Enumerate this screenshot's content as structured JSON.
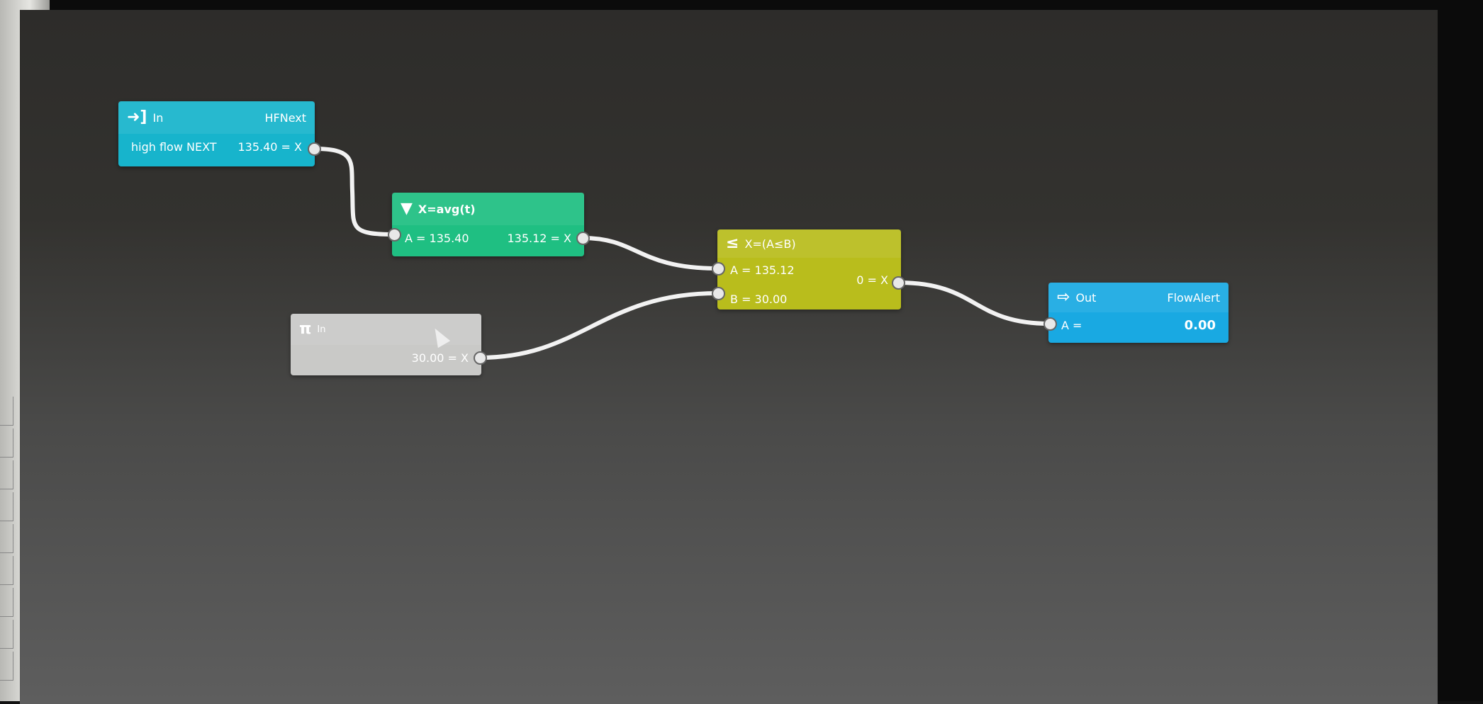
{
  "nodes": {
    "input_hfnext": {
      "type_label": "In",
      "name": "HFNext",
      "description": "high flow NEXT",
      "output": "135.40 = X",
      "icon": "sign-in-icon",
      "color": "#17b4cc"
    },
    "average": {
      "title": "X=avg(t)",
      "input_a": "A = 135.40",
      "output": "135.12 = X",
      "icon": "filter-icon",
      "color": "#1fbf82"
    },
    "compare": {
      "icon_glyph": "≤",
      "title": "X=(A≤B)",
      "input_a": "A = 135.12",
      "input_b": "B = 30.00",
      "output": "0 = X",
      "icon": "less-equal-icon",
      "color": "#b9bd1c"
    },
    "constant": {
      "icon_glyph": "π",
      "type_label": "In",
      "output": "30.00 = X",
      "icon": "pi-icon",
      "color": "#c9c9c7"
    },
    "output_flowalert": {
      "type_label": "Out",
      "name": "FlowAlert",
      "input_a": "A =",
      "value": "0.00",
      "icon": "sign-out-icon",
      "color": "#19a9e2"
    }
  }
}
